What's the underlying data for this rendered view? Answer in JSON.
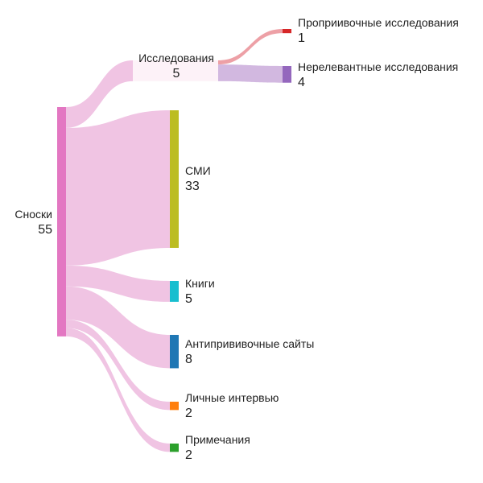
{
  "chart_data": {
    "type": "sankey",
    "unit": "",
    "nodes": [
      {
        "id": "snoski",
        "name": "Сноски",
        "value": 55,
        "color": "#e377c2"
      },
      {
        "id": "issled",
        "name": "Исследования",
        "value": 5,
        "color": "#fdf2f8"
      },
      {
        "id": "smi",
        "name": "СМИ",
        "value": 33,
        "color": "#bcbd22"
      },
      {
        "id": "knigi",
        "name": "Книги",
        "value": 5,
        "color": "#17becf"
      },
      {
        "id": "anti",
        "name": "Антипрививочные сайты",
        "value": 8,
        "color": "#1f77b4"
      },
      {
        "id": "interv",
        "name": "Личные интервью",
        "value": 2,
        "color": "#ff7f0e"
      },
      {
        "id": "prim",
        "name": "Примечания",
        "value": 2,
        "color": "#2ca02c"
      },
      {
        "id": "pro",
        "name": "Проприивочные исследования",
        "value": 1,
        "color": "#d62728"
      },
      {
        "id": "nerel",
        "name": "Нерелевантные исследования",
        "value": 4,
        "color": "#9467bd"
      }
    ],
    "links": [
      {
        "source": "snoski",
        "target": "issled",
        "value": 5,
        "color": "#f0c4e3"
      },
      {
        "source": "snoski",
        "target": "smi",
        "value": 33,
        "color": "#f0c4e3"
      },
      {
        "source": "snoski",
        "target": "knigi",
        "value": 5,
        "color": "#f0c4e3"
      },
      {
        "source": "snoski",
        "target": "anti",
        "value": 8,
        "color": "#f0c4e3"
      },
      {
        "source": "snoski",
        "target": "interv",
        "value": 2,
        "color": "#f0c4e3"
      },
      {
        "source": "snoski",
        "target": "prim",
        "value": 2,
        "color": "#f0c4e3"
      },
      {
        "source": "issled",
        "target": "pro",
        "value": 1,
        "color": "#eda0a6"
      },
      {
        "source": "issled",
        "target": "nerel",
        "value": 4,
        "color": "#d2b8e0"
      }
    ]
  }
}
